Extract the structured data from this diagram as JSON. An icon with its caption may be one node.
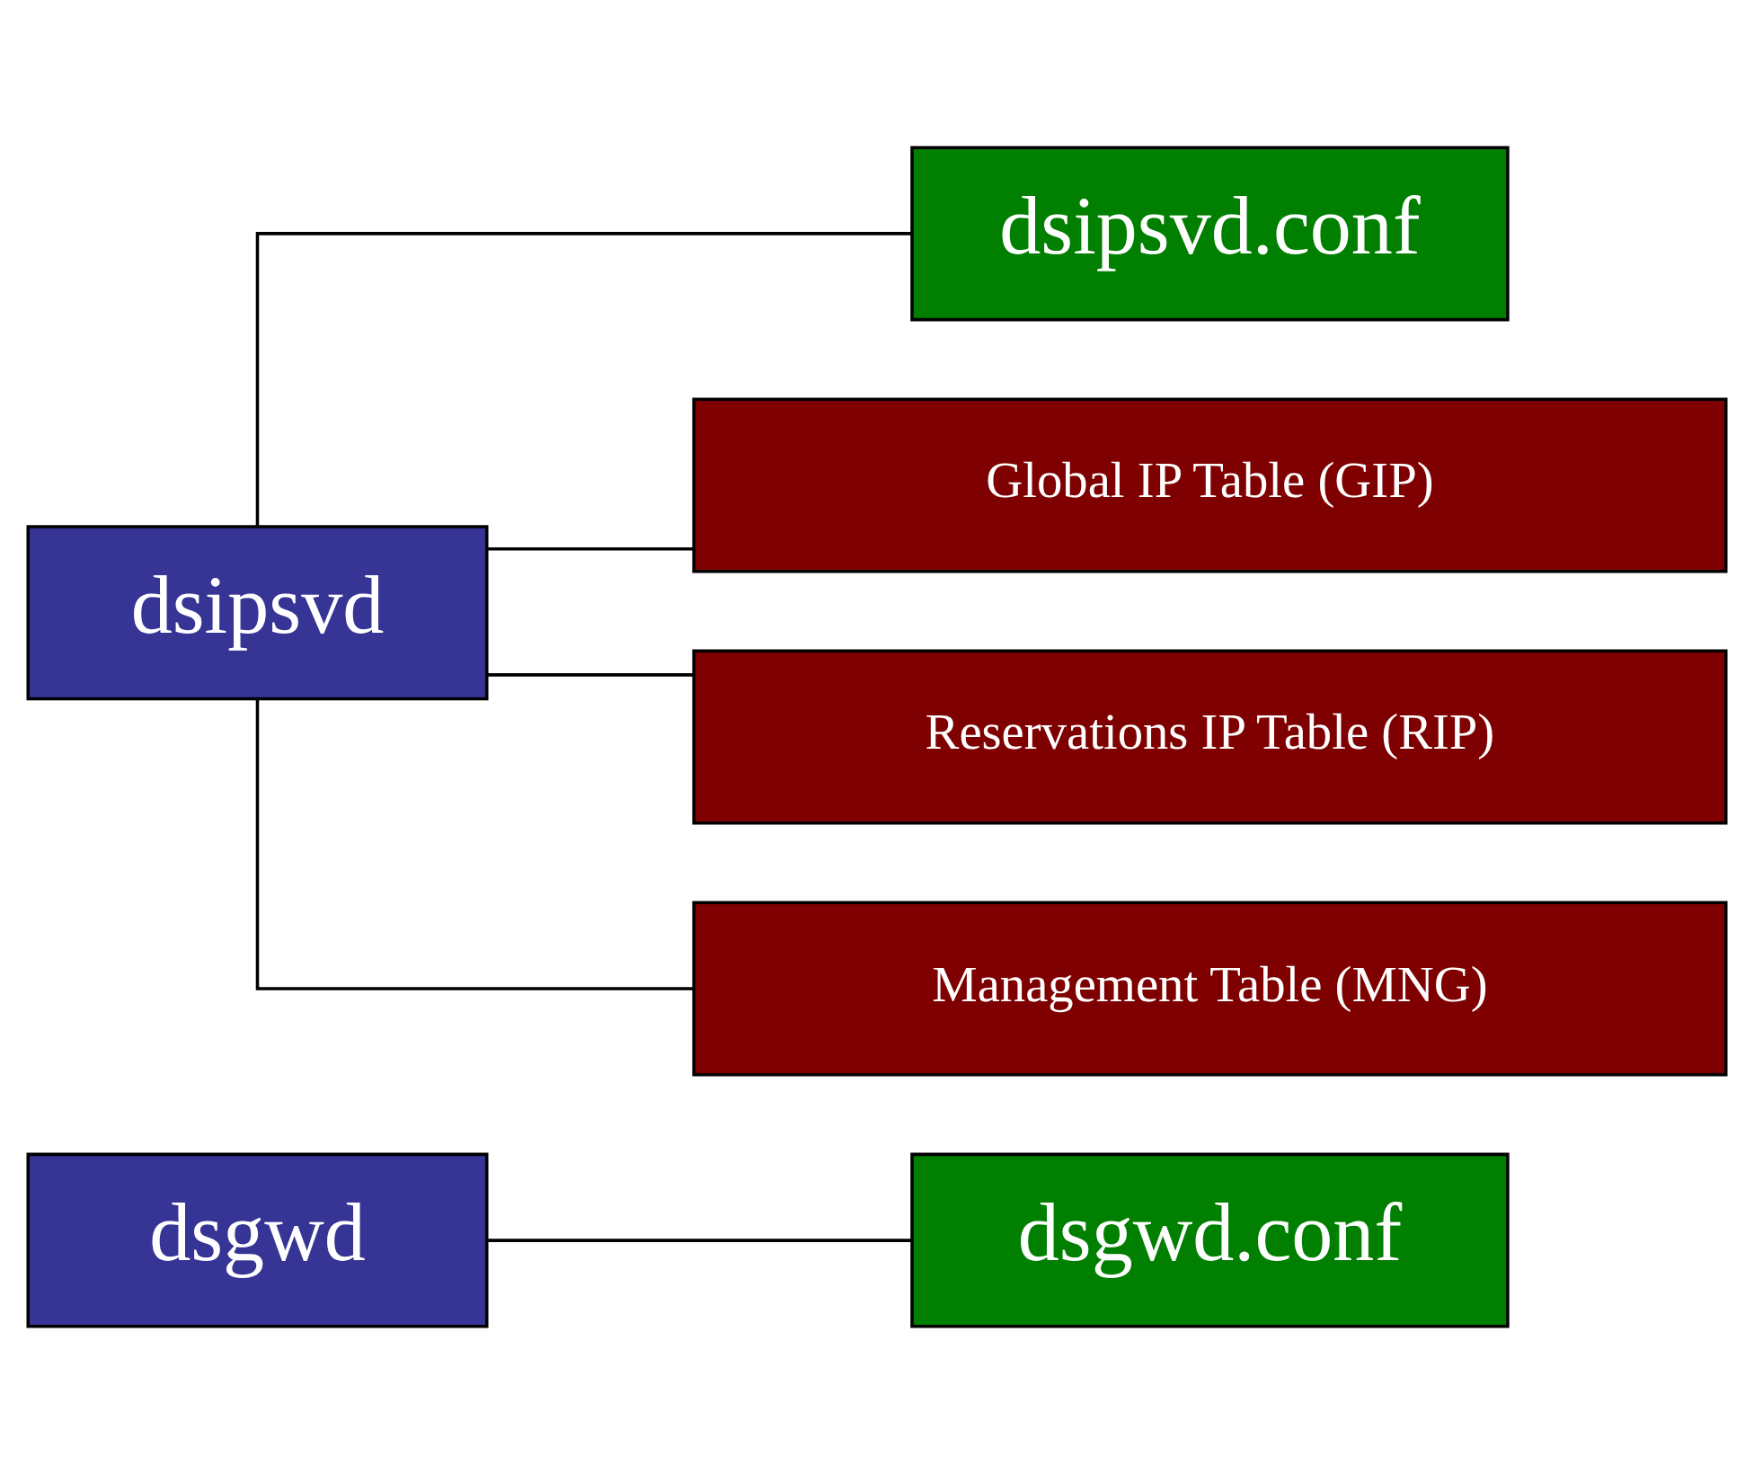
{
  "diagram": {
    "nodes": [
      {
        "text": [
          "dsgwd"
        ]
      },
      {
        "text": [
          "dsgwd.conf"
        ]
      },
      {
        "text": [
          "dsipsvd"
        ]
      },
      {
        "text": [
          "dsipsvd.conf"
        ]
      },
      {
        "text": [
          "Global IP Table (GIP)"
        ]
      },
      {
        "text": [
          "Reservations IP Table (RIP)"
        ]
      },
      {
        "text": [
          "Management Table (MNG)"
        ]
      }
    ],
    "edges": [
      {
        "from": 0,
        "to": 1,
        "arrow": "none"
      },
      {
        "from": 2,
        "to": 3,
        "arrow": "none"
      },
      {
        "from": 2,
        "to": 4,
        "arrow": "none"
      },
      {
        "from": 2,
        "to": 5,
        "arrow": "none"
      },
      {
        "from": 2,
        "to": 6,
        "arrow": "none"
      }
    ]
  }
}
